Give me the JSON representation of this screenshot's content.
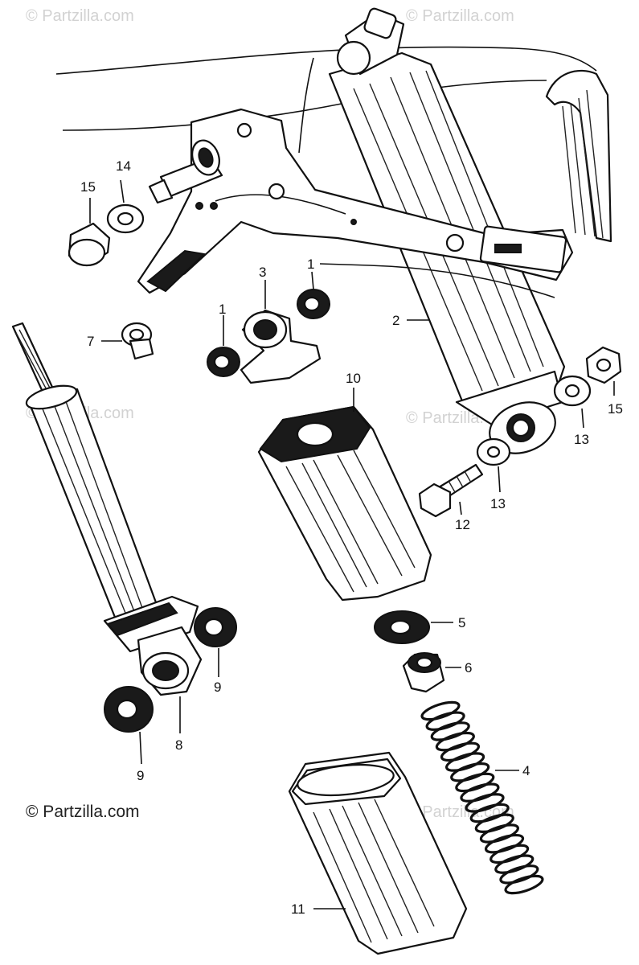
{
  "watermark": "© Partzilla.com",
  "copyright": "© Partzilla.com",
  "callouts": {
    "c1a": "1",
    "c1b": "1",
    "c2": "2",
    "c3": "3",
    "c4": "4",
    "c5": "5",
    "c6": "6",
    "c7": "7",
    "c8": "8",
    "c9a": "9",
    "c9b": "9",
    "c10": "10",
    "c11": "11",
    "c12": "12",
    "c13a": "13",
    "c13b": "13",
    "c14": "14",
    "c15a": "15",
    "c15b": "15"
  }
}
